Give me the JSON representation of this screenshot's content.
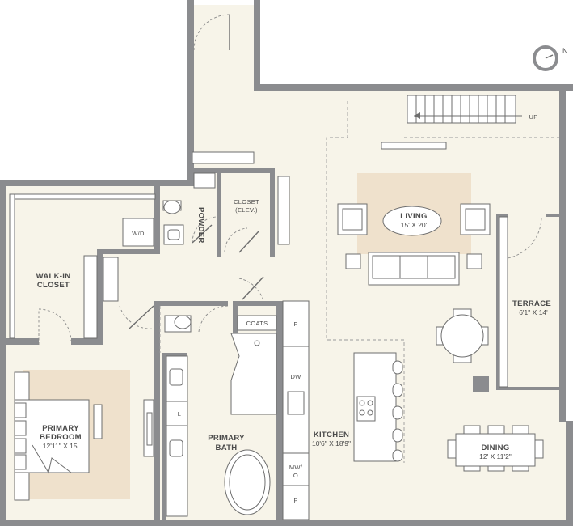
{
  "compass": {
    "direction": "N"
  },
  "rooms": {
    "living": {
      "name": "LIVING",
      "dims": "15' X 20'"
    },
    "terrace": {
      "name": "TERRACE",
      "dims": "6'1\" X 14'"
    },
    "kitchen": {
      "name": "KITCHEN",
      "dims": "10'6\" X 18'9\""
    },
    "dining": {
      "name": "DINING",
      "dims": "12' X 11'2\""
    },
    "primary_bedroom": {
      "name_line1": "PRIMARY",
      "name_line2": "BEDROOM",
      "dims": "12'11\" X 15'"
    },
    "primary_bath": {
      "name_line1": "PRIMARY",
      "name_line2": "BATH"
    },
    "walk_in_closet": {
      "name_line1": "WALK-IN",
      "name_line2": "CLOSET"
    },
    "powder": {
      "name": "POWDER"
    },
    "closet_elev": {
      "line1": "CLOSET",
      "line2": "(ELEV.)"
    }
  },
  "labels": {
    "washer_dryer": "W/D",
    "coats": "COATS",
    "stairs_up": "UP",
    "fridge": "F",
    "dishwasher": "DW",
    "microwave_oven_line1": "MW/",
    "microwave_oven_line2": "O",
    "pantry": "P",
    "linen": "L"
  }
}
